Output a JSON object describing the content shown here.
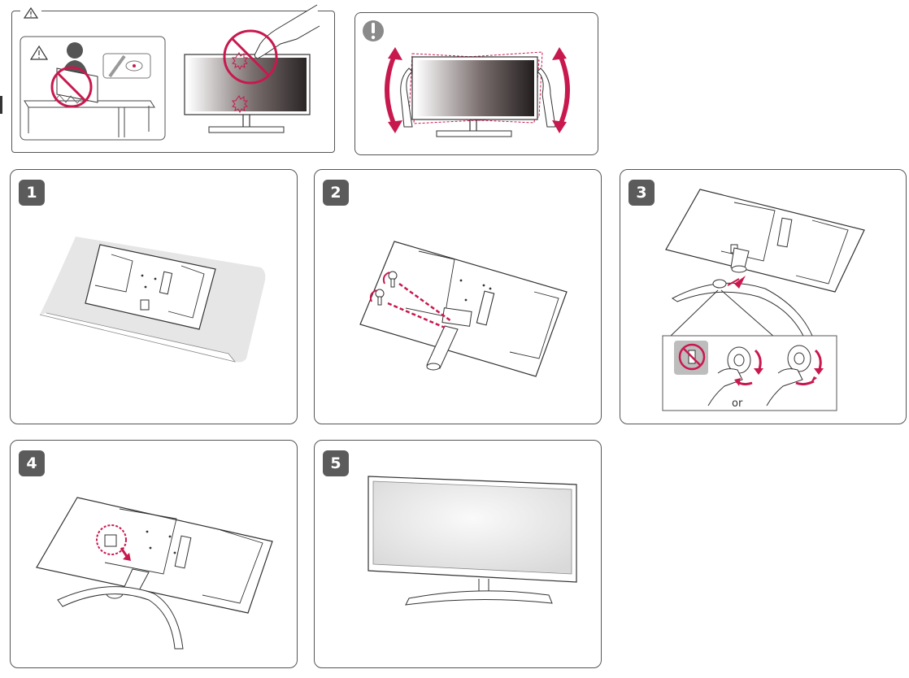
{
  "colors": {
    "accent": "#c8194f",
    "badge": "#5b5b5b",
    "outline": "#555555"
  },
  "icons": {
    "caution": "warning-triangle-icon",
    "notice": "exclamation-circle-icon",
    "prohibited": "no-symbol-icon"
  },
  "steps": [
    {
      "number": "1"
    },
    {
      "number": "2"
    },
    {
      "number": "3"
    },
    {
      "number": "4"
    },
    {
      "number": "5"
    }
  ],
  "step3": {
    "or_label": "or"
  }
}
